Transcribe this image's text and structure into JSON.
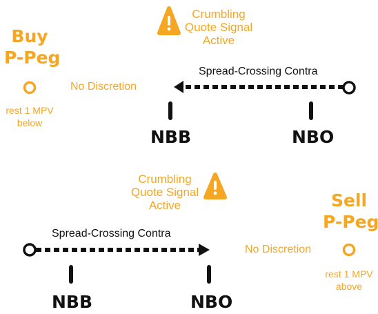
{
  "colors": {
    "accent": "#f5a623",
    "ink": "#111111"
  },
  "top": {
    "order_title_line1": "Buy",
    "order_title_line2": "P-Peg",
    "rest_line1": "rest 1 MPV",
    "rest_line2": "below",
    "discretion": "No Discretion",
    "signal_line1": "Crumbling",
    "signal_line2": "Quote Signal",
    "signal_line3": "Active",
    "contra": "Spread-Crossing Contra",
    "nbb": "NBB",
    "nbo": "NBO",
    "warning_icon": "warning-triangle-icon",
    "arrow_direction": "left"
  },
  "bottom": {
    "order_title_line1": "Sell",
    "order_title_line2": "P-Peg",
    "rest_line1": "rest 1 MPV",
    "rest_line2": "above",
    "discretion": "No Discretion",
    "signal_line1": "Crumbling",
    "signal_line2": "Quote Signal",
    "signal_line3": "Active",
    "contra": "Spread-Crossing Contra",
    "nbb": "NBB",
    "nbo": "NBO",
    "warning_icon": "warning-triangle-icon",
    "arrow_direction": "right"
  }
}
